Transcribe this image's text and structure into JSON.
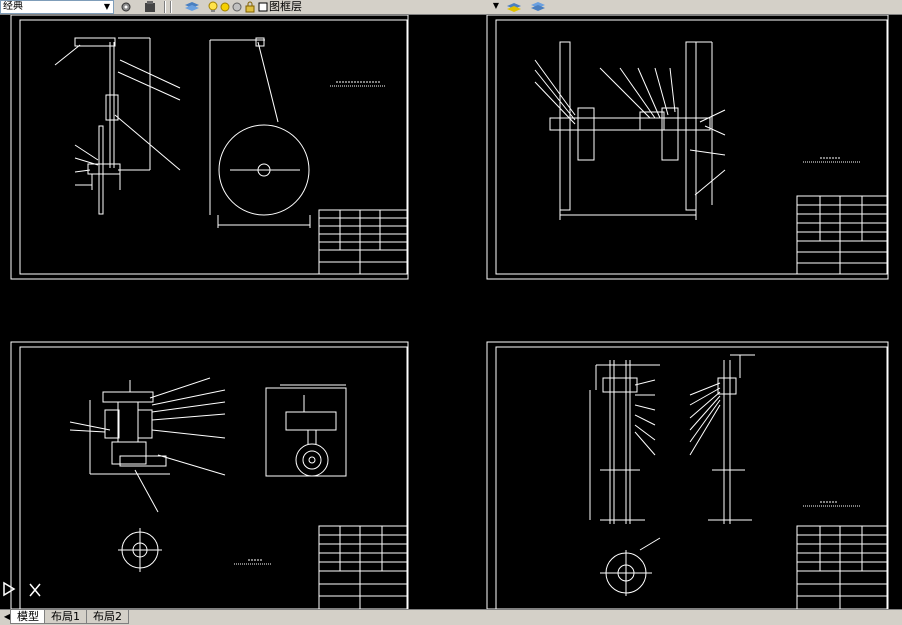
{
  "toolbar": {
    "workspace_combo": {
      "value": "经典"
    },
    "layer_combo": {
      "value": "图框层"
    }
  },
  "tabs": [
    {
      "label": "模型",
      "active": true
    },
    {
      "label": "布局1",
      "active": false
    },
    {
      "label": "布局2",
      "active": false
    }
  ],
  "colors": {
    "canvas_bg": "#000000",
    "line": "#ffffff",
    "toolbar_bg": "#d4d0c8"
  }
}
